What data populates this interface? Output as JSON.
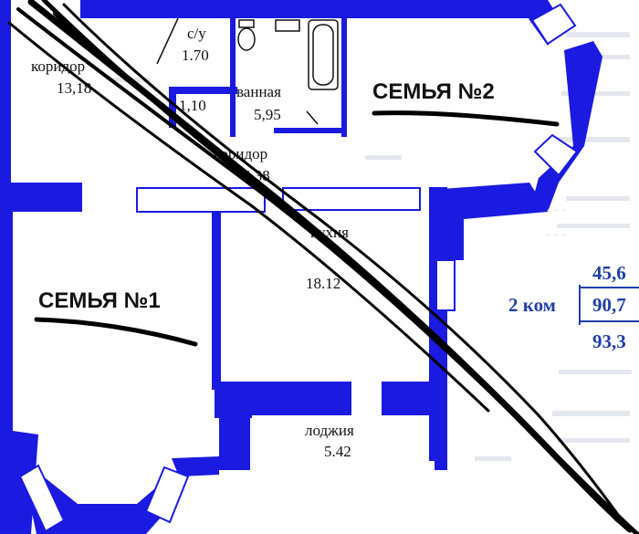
{
  "colors": {
    "wall": "#1a1ae0",
    "text_blue": "#1f3fa8",
    "scribble": "#000000"
  },
  "rooms": {
    "wc": {
      "name": "с/у",
      "area": "1.70"
    },
    "corridor_top": {
      "name": "коридор",
      "area": "13,18"
    },
    "closet": {
      "area": "1,10"
    },
    "bathroom": {
      "name": "ванная",
      "area": "5,95"
    },
    "corridor_mid": {
      "name": "коридор",
      "area": "4,38"
    },
    "kitchen": {
      "name": "кухня",
      "area": "18.12"
    },
    "loggia": {
      "name": "лоджия",
      "area": "5.42"
    }
  },
  "labels": {
    "family_1": "СЕМЬЯ №1",
    "family_2": "СЕМЬЯ №2"
  },
  "plan_info": {
    "rooms": "2 ком",
    "living_area": "45,6",
    "total_area": "90,7",
    "total_with_loggia": "93,3"
  },
  "icons": [
    "toilet-icon",
    "bathtub-icon",
    "sink-icon"
  ]
}
